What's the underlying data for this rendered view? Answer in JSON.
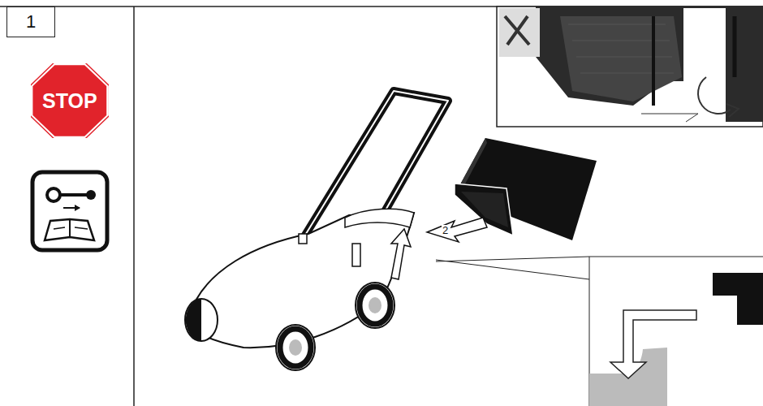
{
  "diagram": {
    "nodes": [
      {
        "text": [
          "1"
        ]
      },
      {
        "text": [
          "STOP"
        ]
      }
    ],
    "labels": [
      "2"
    ]
  }
}
